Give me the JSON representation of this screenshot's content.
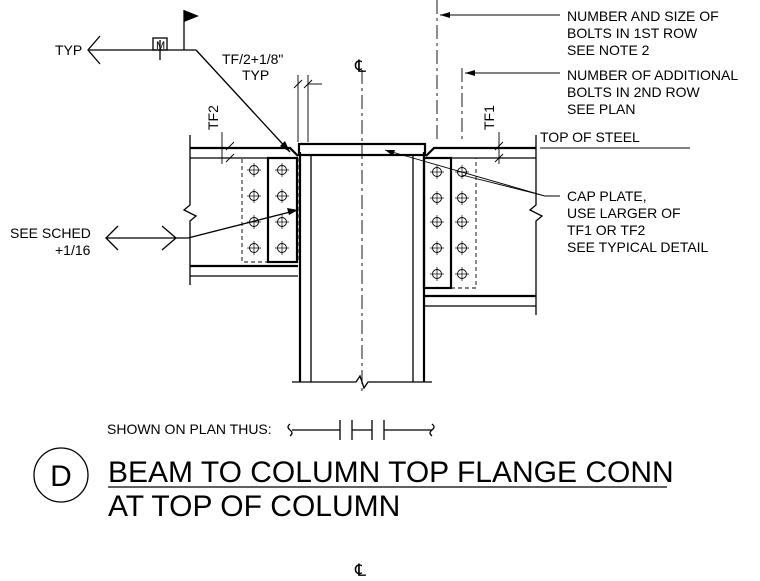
{
  "notes": {
    "bolts_1st_row": [
      "NUMBER AND SIZE OF",
      "BOLTS IN 1ST ROW",
      "SEE NOTE 2"
    ],
    "bolts_2nd_row": [
      "NUMBER OF ADDITIONAL",
      "BOLTS IN 2ND ROW",
      "SEE PLAN"
    ],
    "top_of_steel": "TOP OF STEEL",
    "cap_plate": [
      "CAP PLATE,",
      "USE LARGER OF",
      "TF1 OR TF2",
      "SEE TYPICAL DETAIL"
    ],
    "see_sched": [
      "SEE SCHED",
      "+1/16"
    ],
    "typ": "TYP",
    "tf_half": [
      "TF/2+1/8\"",
      "TYP"
    ],
    "tf1": "TF1",
    "tf2": "TF2",
    "weld_m": "M",
    "centerline": "℄",
    "shown_on_plan": "SHOWN ON PLAN THUS:"
  },
  "detail": {
    "id": "D",
    "title_line1": "BEAM TO COLUMN TOP FLANGE CONN",
    "title_line2": "AT TOP OF COLUMN"
  }
}
